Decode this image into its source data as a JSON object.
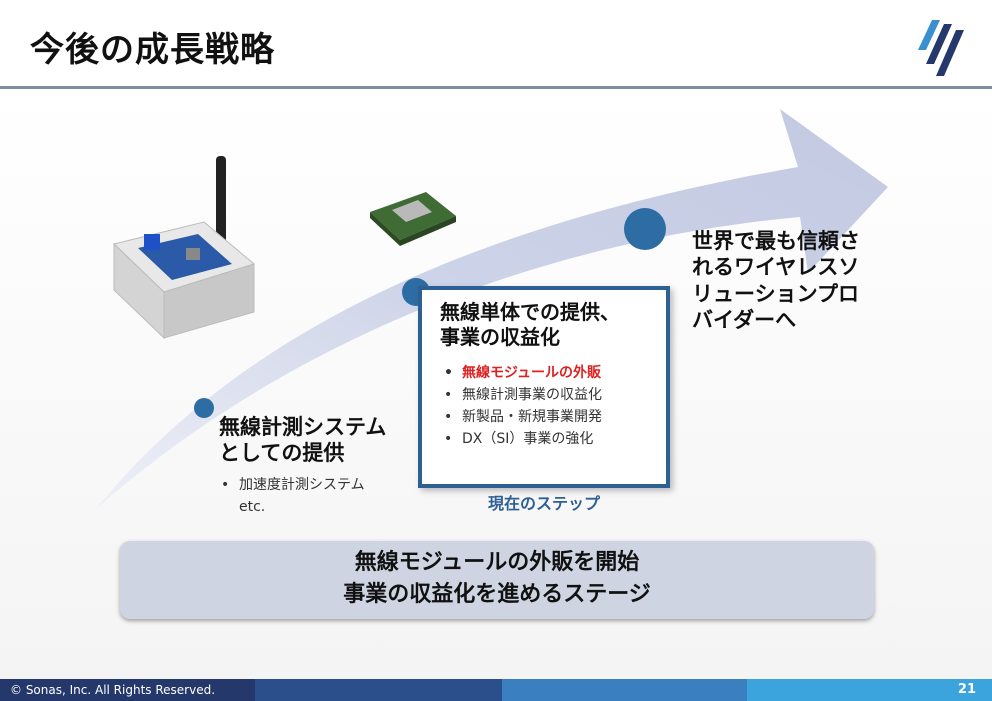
{
  "header": {
    "title": "今後の成長戦略"
  },
  "steps": [
    {
      "title_l1": "無線計測システム",
      "title_l2": "としての提供",
      "bullets": [
        "加速度計測システム"
      ],
      "bullet_extra": "etc."
    },
    {
      "title_l1": "無線単体での提供、",
      "title_l2": "事業の収益化",
      "bullets": [
        "無線モジュールの外販",
        "無線計測事業の収益化",
        "新製品・新規事業開発",
        "DX（SI）事業の強化"
      ],
      "label": "現在のステップ"
    },
    {
      "title_l1": "世界で最も信頼さ",
      "title_l2": "れるワイヤレスソ",
      "title_l3": "リューションプロ",
      "title_l4": "バイダーへ"
    }
  ],
  "summary": {
    "line1": "無線モジュールの外販を開始",
    "line2": "事業の収益化を進めるステージ"
  },
  "footer": {
    "copyright": "© Sonas, Inc. All Rights Reserved.",
    "page_number": "21"
  },
  "colors": {
    "accent": "#2e6da4",
    "highlight": "#e02020",
    "box_border": "#2e5f95",
    "arrow": "#c7cde3"
  }
}
